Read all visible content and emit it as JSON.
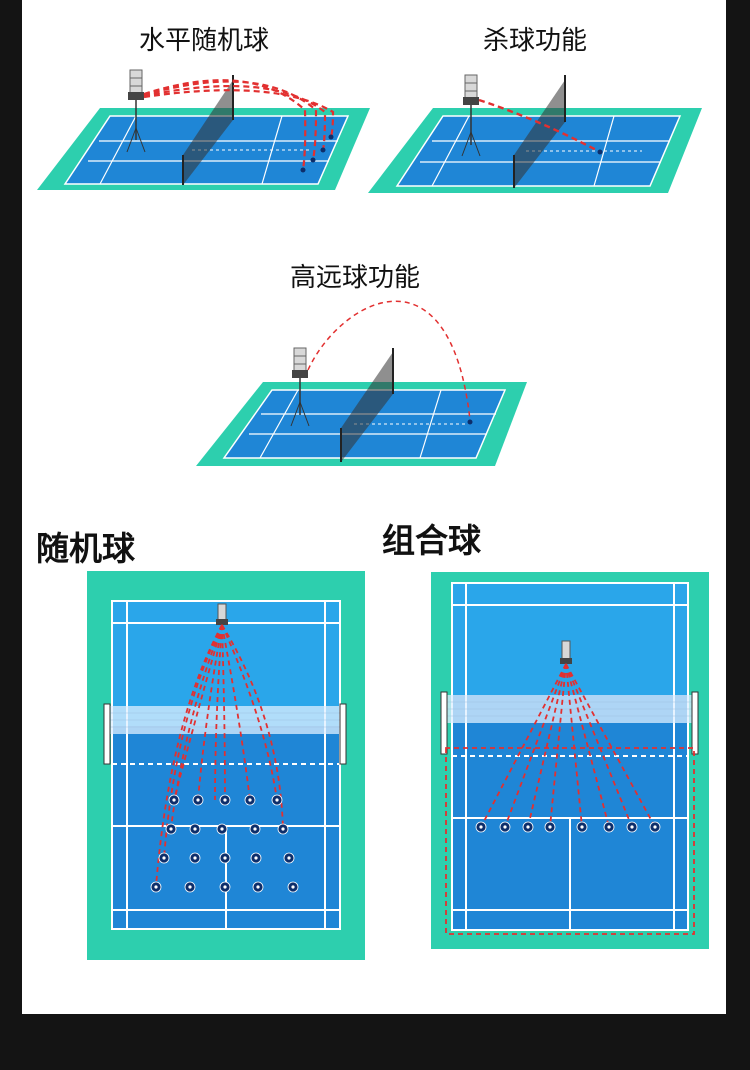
{
  "captions": {
    "horizontal_random": "水平随机球",
    "smash": "杀球功能",
    "high_clear": "高远球功能"
  },
  "headings": {
    "random": "随机球",
    "combo": "组合球"
  },
  "colors": {
    "court_outer": "#2dcfae",
    "court_blue": "#1f86d6",
    "court_blue_light": "#2aa6ea",
    "court_line": "#ffffff",
    "trajectory": "#e23030",
    "page_bg": "#141414",
    "panel_bg": "#ffffff"
  },
  "icons": {
    "machine": "shuttlecock-launcher-icon",
    "shuttle": "shuttlecock-target-icon"
  }
}
